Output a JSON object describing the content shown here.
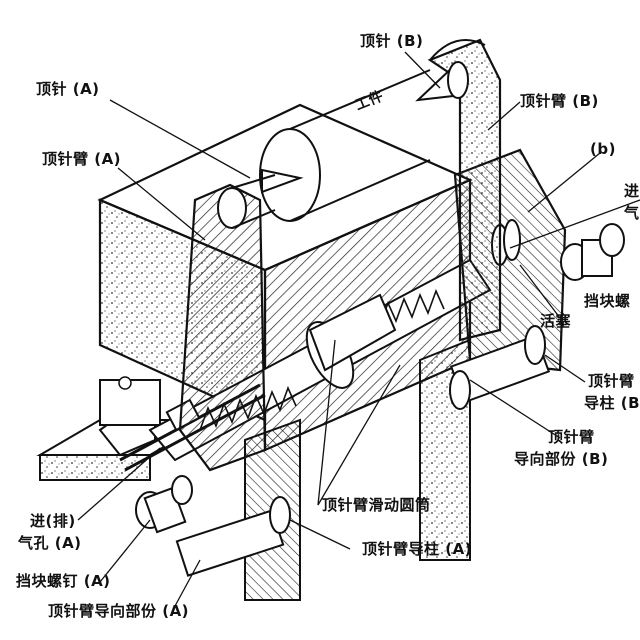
{
  "labels": {
    "thimble_b": "顶针 (B)",
    "thimble_a": "顶针 (A)",
    "arm_b": "顶针臂 (B)",
    "arm_a": "顶针臂 (A)",
    "workpiece": "工件",
    "b_small": "(b)",
    "cut_right": "进",
    "cut_right_2": "气",
    "stop_screw_b": "挡块螺",
    "piston": "活塞",
    "guide_post_b_1": "顶针臂",
    "guide_post_b_2": "导柱 (B",
    "guide_part_b_1": "顶针臂",
    "guide_part_b_2": "导向部份 (B)",
    "slide_cylinder": "顶针臂滑动圆筒",
    "guide_post_a": "顶针臂导柱 (A)",
    "inlet_1": "进(排)",
    "inlet_2": "气孔 (A)",
    "stop_screw_a": "挡块螺钉 (A)",
    "guide_part_a": "顶针臂导向部份 (A)"
  }
}
